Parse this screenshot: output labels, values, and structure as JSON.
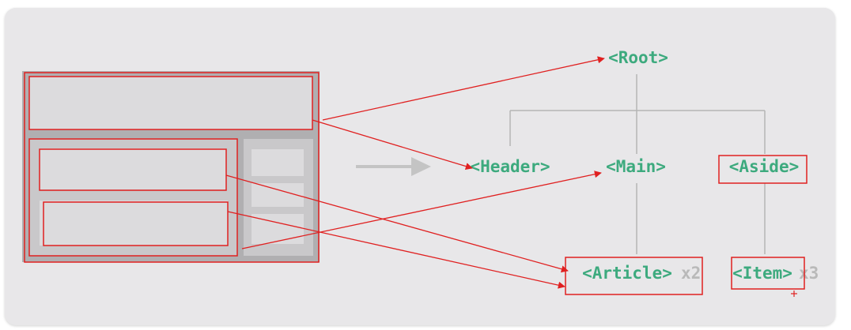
{
  "colors": {
    "card_bg": "#e8e7e9",
    "tag_text": "#3daa7e",
    "count_text": "#b9b9b9",
    "connector": "#b5b5b5",
    "highlight": "#e02020",
    "wireframe_block": "#c9c8ca",
    "wireframe_frame": "#b0afb1",
    "arrow_gray": "#c4c4c4"
  },
  "tree": {
    "root": "<Root>",
    "header": "<Header>",
    "main": "<Main>",
    "aside": "<Aside>",
    "article": "<Article>",
    "article_count": "x2",
    "item": "<Item>",
    "item_count": "x3"
  }
}
